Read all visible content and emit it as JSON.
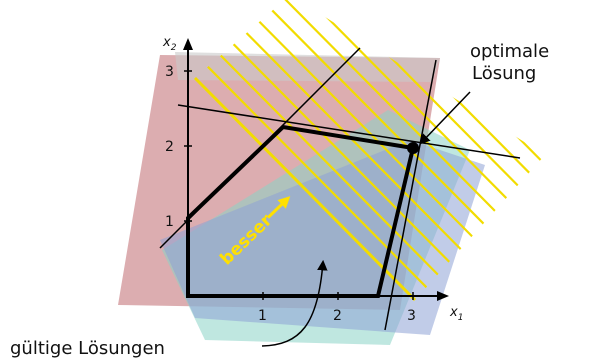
{
  "axes": {
    "x_var": "x",
    "x_sub": "1",
    "y_var": "x",
    "y_sub": "2",
    "x_ticks": [
      "1",
      "2",
      "3"
    ],
    "y_ticks": [
      "1",
      "2",
      "3"
    ]
  },
  "labels": {
    "optimal_line1": "optimale",
    "optimal_line2": "Lösung",
    "feasible": "gültige Lösungen",
    "better": "besser"
  },
  "colors": {
    "halfplane_red": "#c06a6f",
    "halfplane_teal": "#8bd3c7",
    "halfplane_blue": "#8ea2d6",
    "halfplane_gray": "#c9c9c9",
    "objective": "#f2dc00",
    "feasible_outline": "#000000"
  }
}
